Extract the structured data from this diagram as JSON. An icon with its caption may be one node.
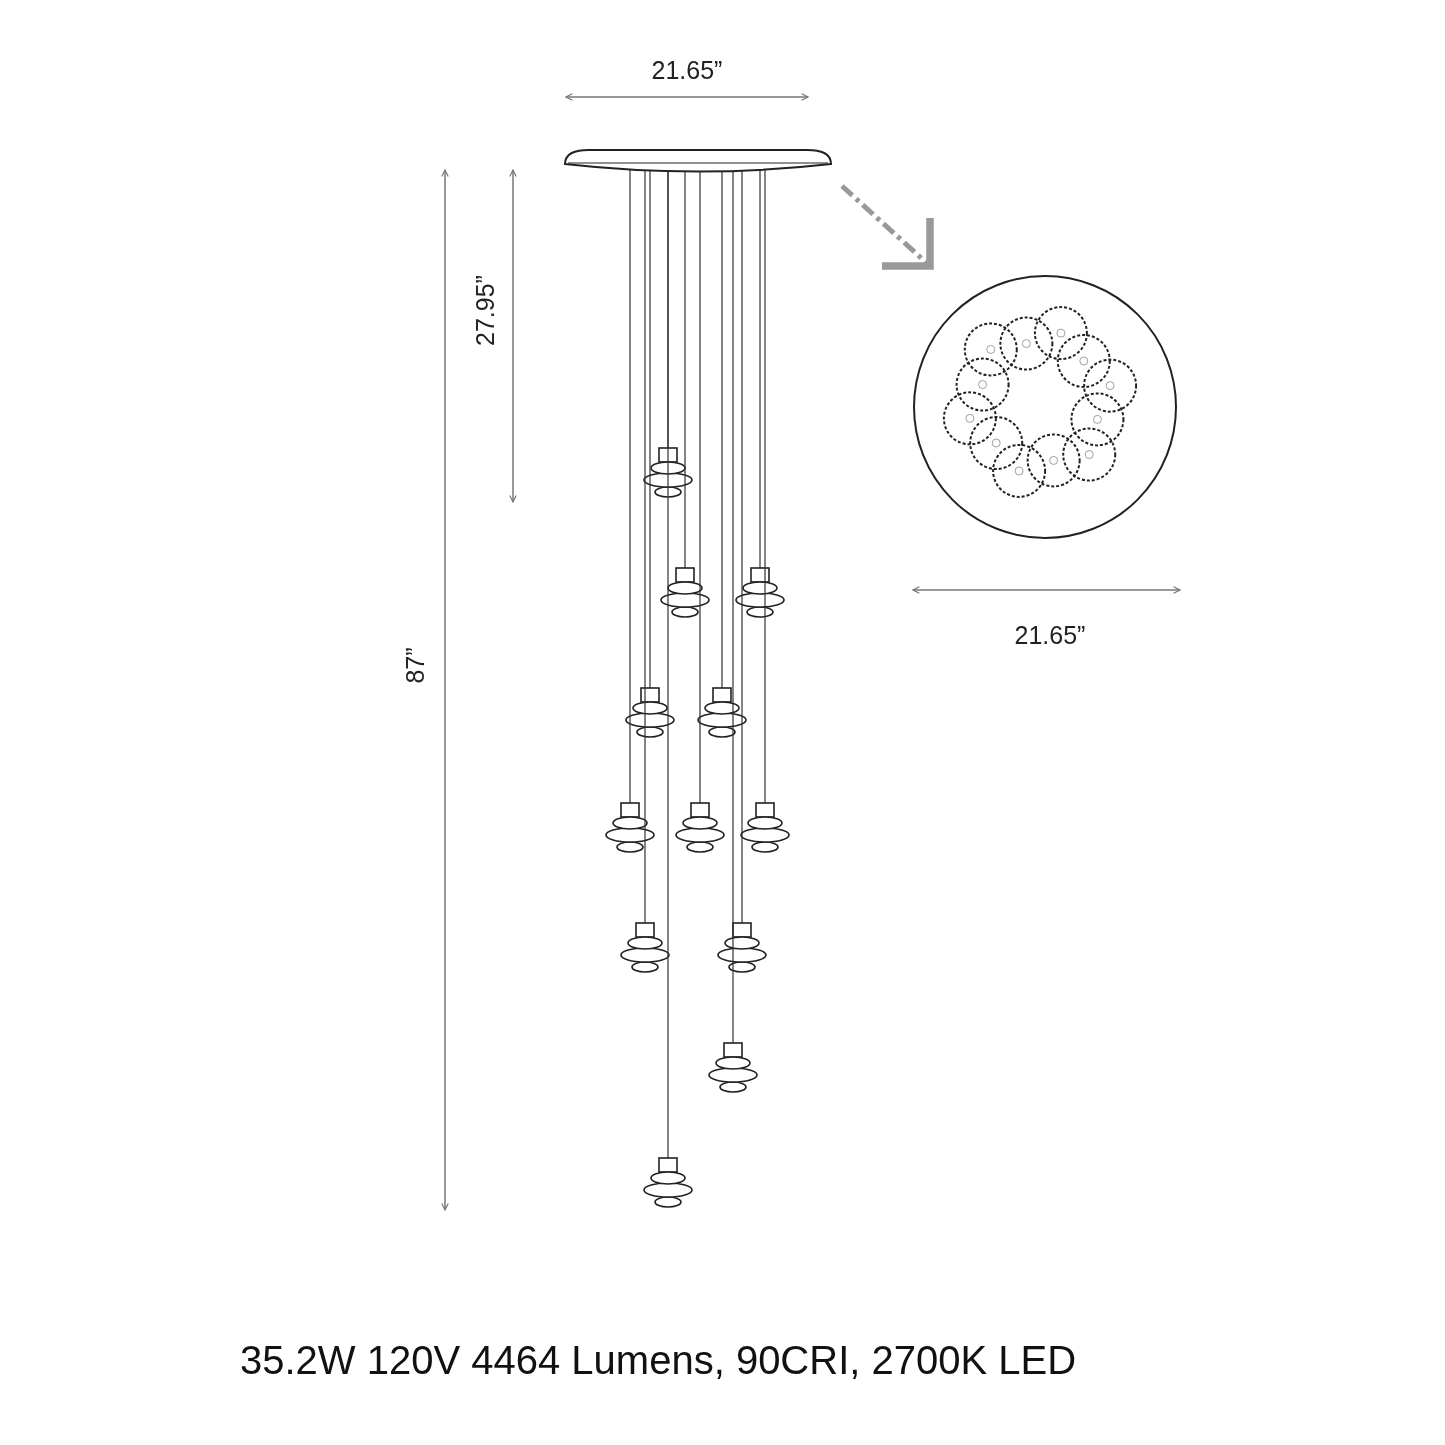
{
  "diagram": {
    "caption": "35.2W 120V 4464 Lumens, 90CRI, 2700K LED",
    "nodes": [
      {
        "text": [],
        "shape": "bar"
      },
      {
        "text": [],
        "shape": "circle"
      }
    ],
    "edges": [
      {
        "from": 0,
        "to": 1,
        "arrow": "to",
        "style": "dashed"
      }
    ],
    "labels": [
      "21.65”",
      "27.95”",
      "87”",
      "21.65”"
    ]
  }
}
